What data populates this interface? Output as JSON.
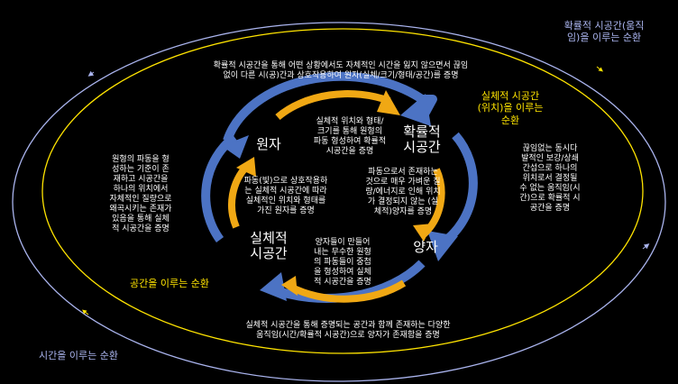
{
  "colors": {
    "background": "#000000",
    "outer_ellipse": "#aab4ee",
    "inner_ellipse": "#ffe400",
    "arrow_blue": "#4c73c4",
    "arrow_gold": "#f0a814",
    "text": "#ffffff"
  },
  "nodes": {
    "wonja": "원자",
    "hwakryul": "확률적\n시공간",
    "yangja": "양자",
    "silche": "실체적\n시공간"
  },
  "cycles": {
    "outer_time": "시간을 이루는 순환",
    "outer_prob": "확률적 시공간(움직\n임)을 이루는 순환",
    "inner_space": "공간을 이루는 순환",
    "inner_silche": "실체적 시공간\n(위치)을 이루는\n순환"
  },
  "texts": {
    "top": "확률적 시공간을 통해 어떤 상황에서도 자체적인 시간을 잃지 않으면서 끊임\n없이 다른 시(공)간과 상호작용하여 원자(실체/크기/형태/공간)를 증명",
    "bottom": "실체적 시공간을 통해 증명되는 공간과 함께 존재하는 다양한\n움직임(시간/확률적 시공간)으로 양자가 존재함을 증명",
    "left": "원형의 파동을 형\n성하는 기준이 존\n재하고 시공간을\n하나의 위치에서\n자체적인 질량으로\n왜곡시키는 존재가\n있음을 통해 실체\n적 시공간을 증명",
    "right": "끊임없는 동시다\n발적인 보강/상쇄\n간섭으로 하나의\n위치로서 결정될\n수 없는 움직임(시\n간)으로 확률적 시\n공간을 증명",
    "center_top": "실체적 위치와 형태/\n크기를 통해 원형의\n파동 형성하여 확률적\n시공간을 증명",
    "center_left": "파동(빛)으로 상호작용하\n는 실체적 시공간에 따라\n실체적인 위치와 형태를\n가진 원자를 증명",
    "center_right": "파동으로서 존재하는\n것으로 매우 가벼운 질\n량/에너지로 인해 위치\n가 결정되지 않는 (실\n체적)양자를 증명",
    "center_bottom": "양자들이 만들어\n내는 무수한 원형\n의 파동들이 중첩\n을 형성하여 실체\n적 시공간을 증명"
  }
}
